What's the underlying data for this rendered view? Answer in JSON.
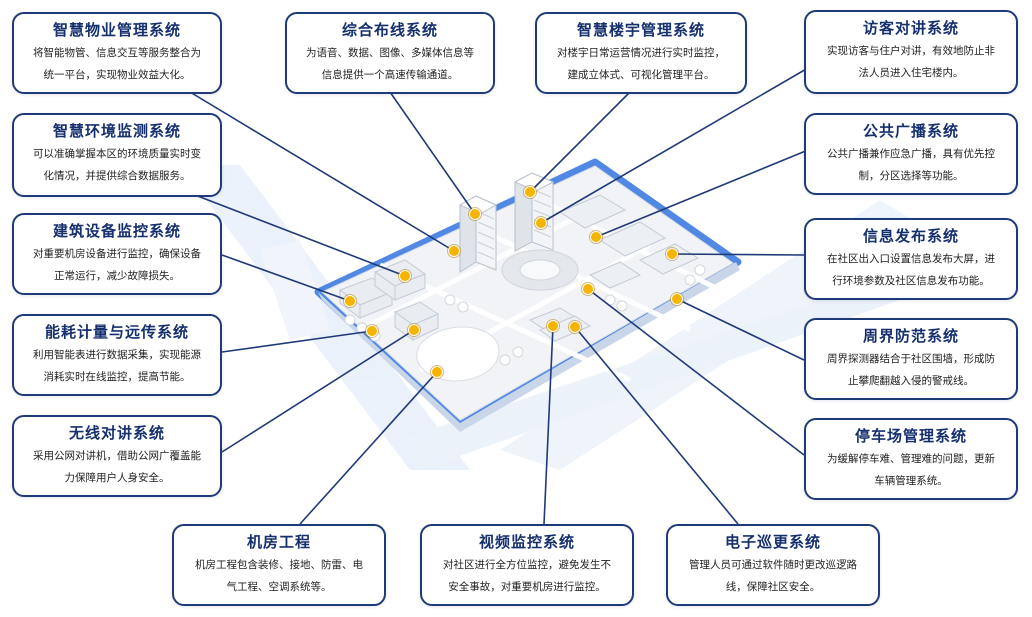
{
  "systems": [
    {
      "id": "smart-property",
      "title": "智慧物业管理系统",
      "desc_lines": [
        "将智能物管、信息交互等服务整合为",
        "统一平台，实现物业效益大化。"
      ]
    },
    {
      "id": "cabling",
      "title": "综合布线系统",
      "desc_lines": [
        "为语音、数据、图像、多媒体信息等",
        "信息提供一个高速传输通道。"
      ]
    },
    {
      "id": "smart-building",
      "title": "智慧楼宇管理系统",
      "desc_lines": [
        "对楼宇日常运营情况进行实时监控，",
        "建成立体式、可视化管理平台。"
      ]
    },
    {
      "id": "visitor-intercom",
      "title": "访客对讲系统",
      "desc_lines": [
        "实现访客与住户对讲，有效地防止非",
        "法人员进入住宅楼内。"
      ]
    },
    {
      "id": "environment",
      "title": "智慧环境监测系统",
      "desc_lines": [
        "可以准确掌握本区的环境质量实时变",
        "化情况，并提供综合数据服务。"
      ]
    },
    {
      "id": "broadcast",
      "title": "公共广播系统",
      "desc_lines": [
        "公共广播兼作应急广播，具有优先控",
        "制，分区选择等功能。"
      ]
    },
    {
      "id": "equipment",
      "title": "建筑设备监控系统",
      "desc_lines": [
        "对重要机房设备进行监控，确保设备",
        "正常运行，减少故障损失。"
      ]
    },
    {
      "id": "info-release",
      "title": "信息发布系统",
      "desc_lines": [
        "在社区出入口设置信息发布大屏，进",
        "行环境参数及社区信息发布功能。"
      ]
    },
    {
      "id": "energy",
      "title": "能耗计量与远传系统",
      "desc_lines": [
        "利用智能表进行数据采集，实现能源",
        "消耗实时在线监控，提高节能。"
      ]
    },
    {
      "id": "perimeter",
      "title": "周界防范系统",
      "desc_lines": [
        "周界探测器结合于社区围墙，形成防",
        "止攀爬翻越入侵的警戒线。"
      ]
    },
    {
      "id": "wireless-intercom",
      "title": "无线对讲系统",
      "desc_lines": [
        "采用公网对讲机，借助公网广覆盖能",
        "力保障用户人身安全。"
      ]
    },
    {
      "id": "parking",
      "title": "停车场管理系统",
      "desc_lines": [
        "为缓解停车难、管理难的问题，更新",
        "车辆管理系统。"
      ]
    },
    {
      "id": "machine-room",
      "title": "机房工程",
      "desc_lines": [
        "机房工程包含装修、接地、防雷、电",
        "气工程、空调系统等。"
      ]
    },
    {
      "id": "video",
      "title": "视频监控系统",
      "desc_lines": [
        "对社区进行全方位监控，避免发生不",
        "安全事故，对重要机房进行监控。"
      ]
    },
    {
      "id": "patrol",
      "title": "电子巡更系统",
      "desc_lines": [
        "管理人员可通过软件随时更改巡逻路",
        "线，保障社区安全。"
      ]
    }
  ],
  "colors": {
    "card_border": "#1f3a78",
    "title": "#16306e",
    "connector": "#1f3a78",
    "dot": "#f4b400",
    "platform_glow": "#3d7be0"
  }
}
